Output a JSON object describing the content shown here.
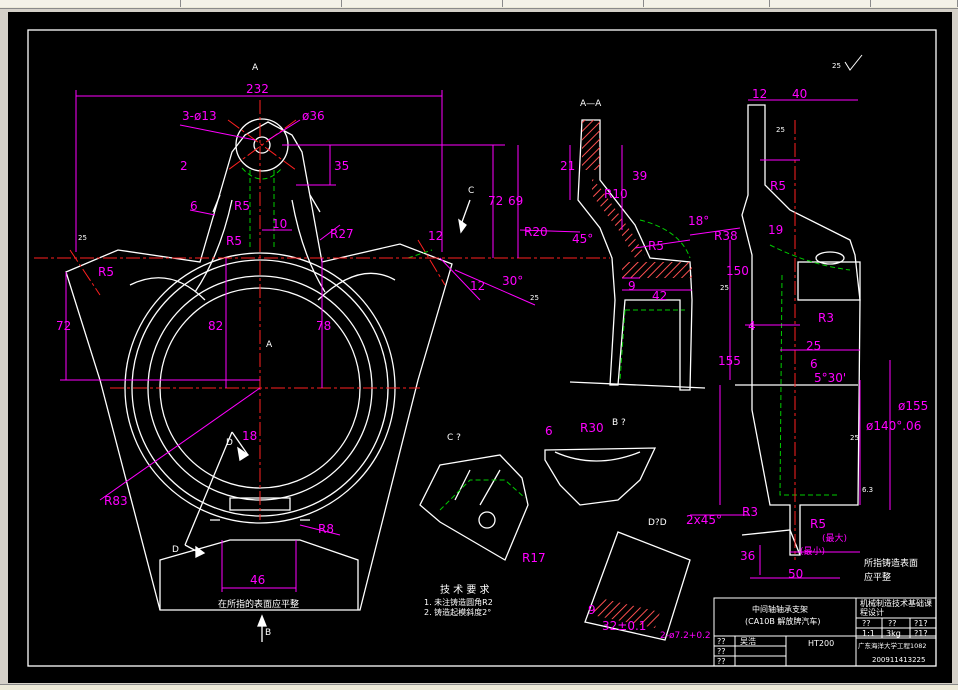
{
  "colors": {
    "outline": "#ffffff",
    "dimension": "#ff00ff",
    "centerline": "#ff2020",
    "hidden": "#00cc00",
    "hatch": "#ff6060",
    "canvas": "#000000"
  },
  "views": {
    "main_label_top": "A",
    "main_label_center": "A",
    "main_label_bottom": "B",
    "section_aa": "A—A",
    "view_c": "C ?",
    "view_b": "B ?",
    "view_d": "D?D",
    "arrow_c": "C",
    "arrow_d_top": "D",
    "arrow_d_bottom": "D"
  },
  "dims": {
    "d232": "232",
    "d3phi13": "3-ø13",
    "phi36": "ø36",
    "d2": "2",
    "d35": "35",
    "d72a": "72",
    "d69": "69",
    "d6": "6",
    "r5a": "R5",
    "d10": "10",
    "r5b": "R5",
    "r27": "R27",
    "d12a": "12",
    "r5c": "R5",
    "d12b": "12",
    "d30deg": "30°",
    "d72b": "72",
    "d82": "82",
    "d78": "78",
    "d18": "18",
    "r83": "R83",
    "r8": "R8",
    "d46": "46",
    "sa21": "21",
    "sa39": "39",
    "sr10": "R10",
    "sr20": "R20",
    "s45deg": "45°",
    "s18deg": "18°",
    "sr5": "R5",
    "sr38": "R38",
    "s9a": "9",
    "s42": "42",
    "rv12": "12",
    "rv40": "40",
    "rvr5a": "R5",
    "rv19": "19",
    "rv150": "150",
    "rvr3": "R3",
    "rv4": "4",
    "rv25": "25",
    "rv155a": "155",
    "rv6": "6",
    "rv530": "5°30'",
    "rvphi140": "ø140°.06",
    "rvphi155": "ø155",
    "rv2x45": "2x45°",
    "rvr3b": "R3",
    "rvr5b": "R5",
    "rv36": "36",
    "rv50": "50",
    "rvmax": "(最大)",
    "rvmin": "(最小)",
    "cv6": "6",
    "cvr30": "R30",
    "cr17": "R17",
    "dv9": "9",
    "dv32": "32±0.1",
    "dv2deg": "2-ø7.2+0.2"
  },
  "surface": {
    "top_right": "25",
    "rv_a": "25",
    "rv_b": "25",
    "rv_c": "25",
    "rv_d": "6.3",
    "main_a": "25",
    "main_b": "25"
  },
  "notes": {
    "main_bottom": "在所指的表面应平整",
    "right_side_1": "所指铸造表面",
    "right_side_2": "应平整",
    "tech_title": "技 术 要 求",
    "tech_1": "1. 未注铸造圆角R2",
    "tech_2": "2. 铸造起模斜度2°"
  },
  "titleblock": {
    "part_name": "中间轴轴承支架",
    "model": "(CA10B 解放牌汽车)",
    "design_title_1": "机械制造技术基础课",
    "design_title_2": "程设计",
    "q1": "??",
    "q2": "??",
    "q3": "?1?",
    "scale": "1:1",
    "weight": "3kg",
    "q4": "?1?",
    "school": "广东海洋大学工程1082",
    "student_id": "200911413225",
    "r1c1": "??",
    "r1c2": "吴浩",
    "r2c1": "??",
    "r3c1": "??",
    "material": "HT200"
  }
}
